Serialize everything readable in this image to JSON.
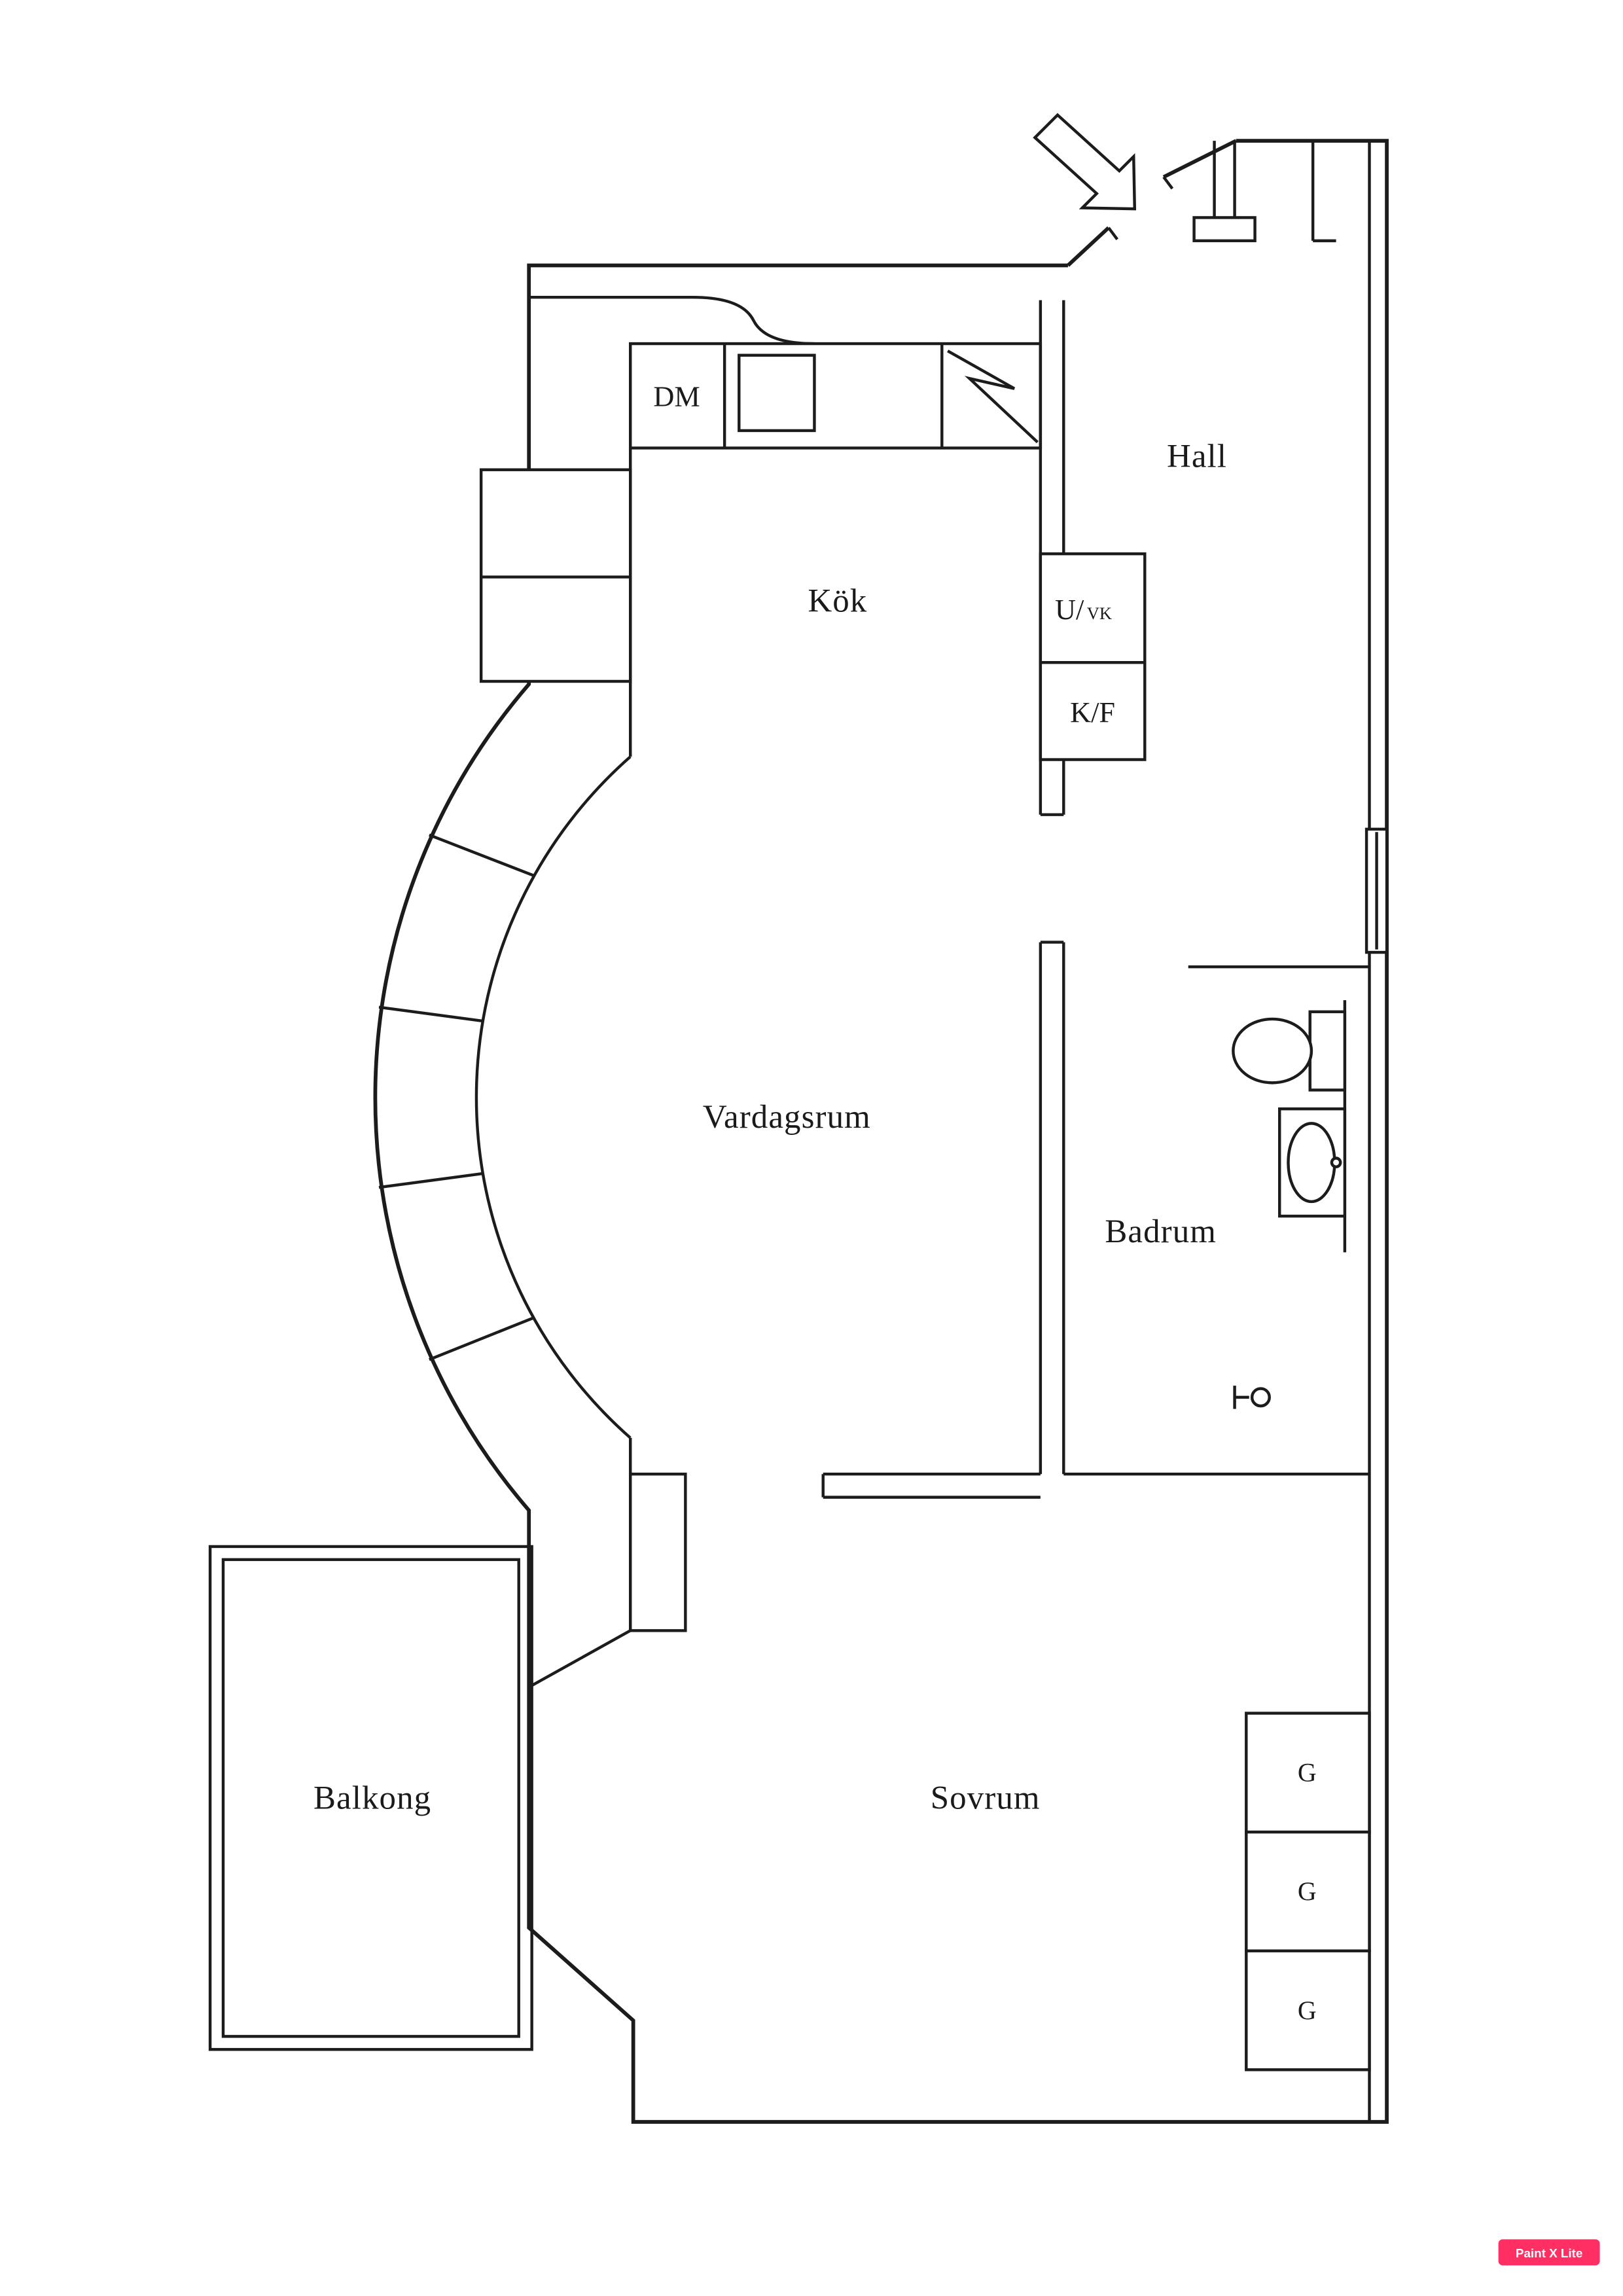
{
  "labels": {
    "hall": "Hall",
    "kitchen": "Kök",
    "living": "Vardagsrum",
    "bathroom": "Badrum",
    "bedroom": "Sovrum",
    "balcony": "Balkong"
  },
  "kitchen_fixtures": {
    "dishwasher": "DM"
  },
  "appliances": {
    "u": "U/",
    "vk": "VK",
    "fridge_freezer": "K/F"
  },
  "wardrobes": [
    "G",
    "G",
    "G"
  ],
  "watermark": {
    "label": "Paint X Lite",
    "bg_color": "#ff2e63",
    "text_color": "#ffffff"
  },
  "colors": {
    "wall_line": "#1c1c1c",
    "background": "#ffffff"
  }
}
